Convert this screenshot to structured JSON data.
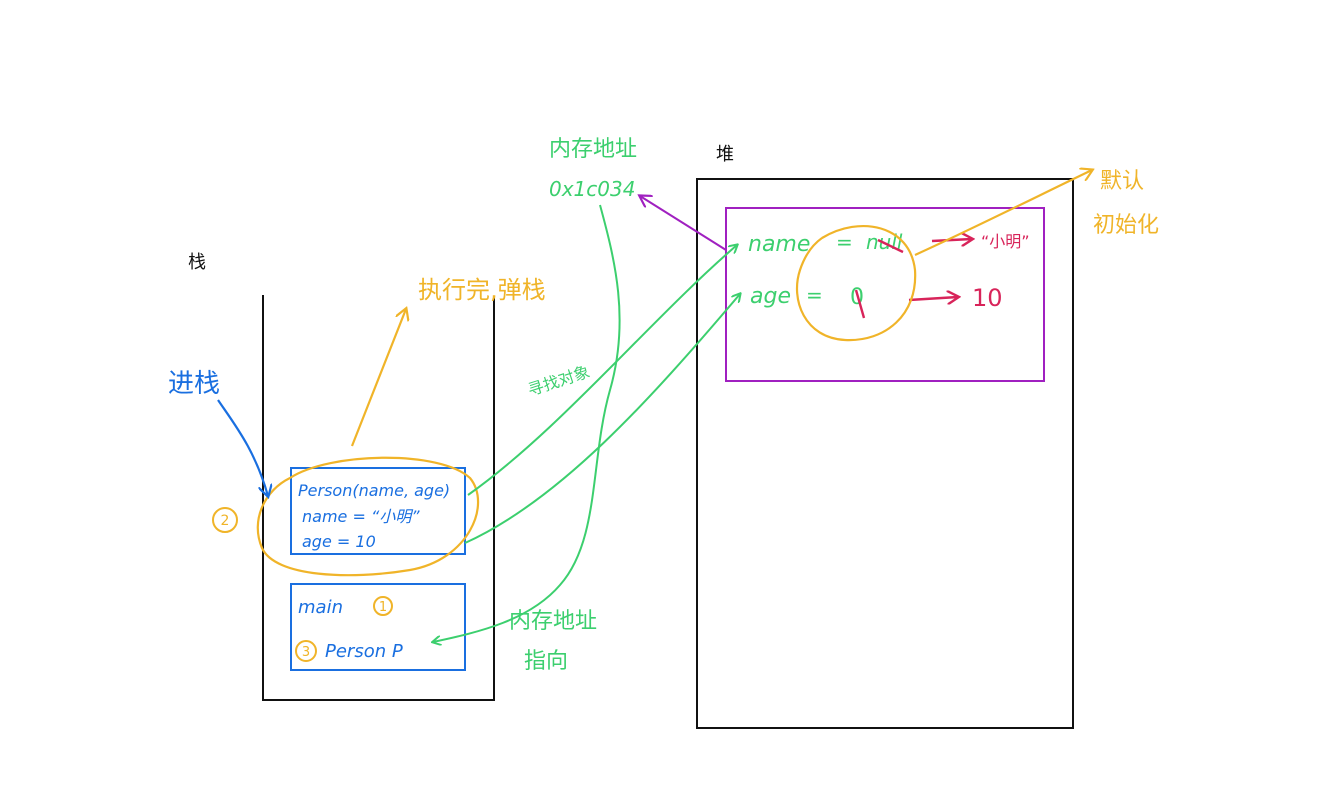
{
  "colors": {
    "blue": "#1a6fe0",
    "yellow": "#f0b429",
    "green": "#3ccf6e",
    "purple": "#a020c0",
    "red": "#d8245a",
    "black": "#111111"
  },
  "labels": {
    "stack_title": "栈",
    "heap_title": "堆",
    "push": "进栈",
    "pop": "执行完,弹栈",
    "mem_addr_top": "内存地址",
    "mem_addr_value": "0x1c034",
    "default_init_1": "默认",
    "default_init_2": "初始化",
    "find_object": "寻找对象",
    "mem_addr_bottom_1": "内存地址",
    "mem_addr_bottom_2": "指向"
  },
  "stack": {
    "frame_person": {
      "line1": "Person(name, age)",
      "line2": "name = “小明”",
      "line3": "age = 10"
    },
    "frame_main": {
      "line1": "main",
      "line2": "Person P"
    },
    "step_marks": {
      "one": "1",
      "two": "2",
      "three": "3"
    }
  },
  "heap": {
    "obj_name_field": "name",
    "obj_name_eq": "=",
    "obj_name_default": "null",
    "obj_name_new": "“小明”",
    "obj_age_field": "age",
    "obj_age_eq": "=",
    "obj_age_default": "0",
    "obj_age_new": "10"
  }
}
